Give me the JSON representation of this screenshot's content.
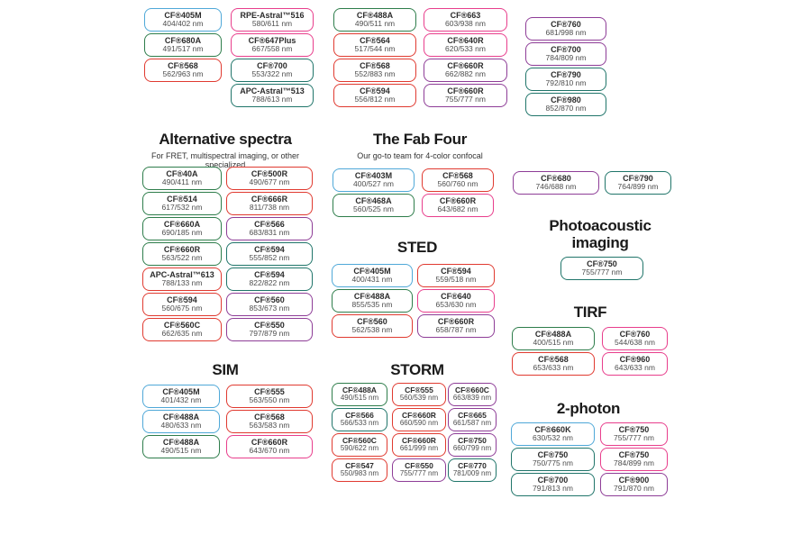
{
  "colors": {
    "blue": "#4FA8D8",
    "green": "#2E7D4B",
    "teal": "#20756A",
    "red": "#E03A30",
    "pink": "#E83E8C",
    "purple": "#8E3D97"
  },
  "groups": {
    "top_a": {
      "col1": [
        {
          "name": "CF®405M",
          "value": "404/402 nm",
          "color": "blue"
        },
        {
          "name": "CF®680A",
          "value": "491/517 nm",
          "color": "green"
        },
        {
          "name": "CF®568",
          "value": "562/963 nm",
          "color": "red"
        }
      ],
      "col2": [
        {
          "name": "RPE-Astral™516",
          "value": "580/611 nm",
          "color": "pink"
        },
        {
          "name": "CF®647Plus",
          "value": "667/558 nm",
          "color": "pink"
        },
        {
          "name": "CF®700",
          "value": "553/322 nm",
          "color": "teal"
        },
        {
          "name": "APC-Astral™513",
          "value": "788/613 nm",
          "color": "teal"
        }
      ]
    },
    "top_b": {
      "col1": [
        {
          "name": "CF®488A",
          "value": "490/511 nm",
          "color": "green"
        },
        {
          "name": "CF®564",
          "value": "517/544 nm",
          "color": "red"
        },
        {
          "name": "CF®568",
          "value": "552/883 nm",
          "color": "red"
        },
        {
          "name": "CF®594",
          "value": "556/812 nm",
          "color": "red"
        }
      ],
      "col2": [
        {
          "name": "CF®663",
          "value": "603/938 nm",
          "color": "pink"
        },
        {
          "name": "CF®640R",
          "value": "620/533 nm",
          "color": "pink"
        },
        {
          "name": "CF®660R",
          "value": "662/882 nm",
          "color": "purple"
        },
        {
          "name": "CF®660R",
          "value": "755/777 nm",
          "color": "purple"
        }
      ]
    },
    "top_c": {
      "col1": [
        {
          "name": "CF®760",
          "value": "681/998 nm",
          "color": "purple"
        },
        {
          "name": "CF®700",
          "value": "784/809 nm",
          "color": "purple"
        },
        {
          "name": "CF®790",
          "value": "792/810 nm",
          "color": "teal"
        },
        {
          "name": "CF®980",
          "value": "852/870 nm",
          "color": "teal"
        }
      ]
    },
    "alt": {
      "heading": "Alternative spectra",
      "subtitle": "For FRET, multispectral imaging, or other specialized",
      "col1": [
        {
          "name": "CF®40A",
          "value": "490/411 nm",
          "color": "green"
        },
        {
          "name": "CF®514",
          "value": "617/532 nm",
          "color": "green"
        },
        {
          "name": "CF®660A",
          "value": "690/185 nm",
          "color": "green"
        },
        {
          "name": "CF®660R",
          "value": "563/522 nm",
          "color": "green"
        },
        {
          "name": "APC-Astral™613",
          "value": "788/133 nm",
          "color": "red"
        },
        {
          "name": "CF®594",
          "value": "560/675 nm",
          "color": "red"
        },
        {
          "name": "CF®560C",
          "value": "662/635 nm",
          "color": "red"
        }
      ],
      "col2": [
        {
          "name": "CF®500R",
          "value": "490/677 nm",
          "color": "red"
        },
        {
          "name": "CF®666R",
          "value": "811/738 nm",
          "color": "red"
        },
        {
          "name": "CF®566",
          "value": "683/831 nm",
          "color": "purple"
        },
        {
          "name": "CF®594",
          "value": "555/852 nm",
          "color": "teal"
        },
        {
          "name": "CF®594",
          "value": "822/822 nm",
          "color": "teal"
        },
        {
          "name": "CF®560",
          "value": "853/673 nm",
          "color": "purple"
        },
        {
          "name": "CF®550",
          "value": "797/879 nm",
          "color": "purple"
        }
      ]
    },
    "fab": {
      "heading": "The Fab Four",
      "subtitle": "Our go-to team for 4-color confocal",
      "col1": [
        {
          "name": "CF®403M",
          "value": "400/527 nm",
          "color": "blue"
        },
        {
          "name": "CF®468A",
          "value": "560/525 nm",
          "color": "green"
        }
      ],
      "col2": [
        {
          "name": "CF®568",
          "value": "560/760 nm",
          "color": "red"
        },
        {
          "name": "CF®660R",
          "value": "643/682 nm",
          "color": "pink"
        }
      ]
    },
    "sted": {
      "heading": "STED",
      "col1": [
        {
          "name": "CF®405M",
          "value": "400/431 nm",
          "color": "blue"
        },
        {
          "name": "CF®488A",
          "value": "855/535 nm",
          "color": "green"
        },
        {
          "name": "CF®560",
          "value": "562/538 nm",
          "color": "red"
        }
      ],
      "col2": [
        {
          "name": "CF®594",
          "value": "559/518 nm",
          "color": "red"
        },
        {
          "name": "CF®640",
          "value": "653/630 nm",
          "color": "pink"
        },
        {
          "name": "CF®660R",
          "value": "658/787 nm",
          "color": "purple"
        }
      ]
    },
    "nir_pair": {
      "col1": [
        {
          "name": "CF®680",
          "value": "746/688 nm",
          "color": "purple"
        }
      ],
      "col2": [
        {
          "name": "CF®790",
          "value": "764/899 nm",
          "color": "teal"
        }
      ]
    },
    "photoacoustic": {
      "heading": "Photoacoustic imaging",
      "col1": [
        {
          "name": "CF®750",
          "value": "755/777 nm",
          "color": "teal"
        }
      ]
    },
    "tirf": {
      "heading": "TIRF",
      "col1": [
        {
          "name": "CF®488A",
          "value": "400/515 nm",
          "color": "green"
        },
        {
          "name": "CF®568",
          "value": "653/633 nm",
          "color": "red"
        }
      ],
      "col2": [
        {
          "name": "CF®760",
          "value": "544/638 nm",
          "color": "pink"
        },
        {
          "name": "CF®960",
          "value": "643/633 nm",
          "color": "pink"
        }
      ]
    },
    "sim": {
      "heading": "SIM",
      "col1": [
        {
          "name": "CF®405M",
          "value": "401/432 nm",
          "color": "blue"
        },
        {
          "name": "CF®488A",
          "value": "480/633 nm",
          "color": "blue"
        },
        {
          "name": "CF®488A",
          "value": "490/515 nm",
          "color": "green"
        }
      ],
      "col2": [
        {
          "name": "CF®555",
          "value": "563/550 nm",
          "color": "red"
        },
        {
          "name": "CF®568",
          "value": "563/583 nm",
          "color": "red"
        },
        {
          "name": "CF®660R",
          "value": "643/670 nm",
          "color": "pink"
        }
      ]
    },
    "storm": {
      "heading": "STORM",
      "col1": [
        {
          "name": "CF®488A",
          "value": "490/515 nm",
          "color": "green"
        },
        {
          "name": "CF®566",
          "value": "566/533 nm",
          "color": "teal"
        },
        {
          "name": "CF®560C",
          "value": "590/622 nm",
          "color": "red"
        },
        {
          "name": "CF®547",
          "value": "550/983 nm",
          "color": "red"
        }
      ],
      "col2": [
        {
          "name": "CF®555",
          "value": "560/539 nm",
          "color": "red"
        },
        {
          "name": "CF®660R",
          "value": "660/590 nm",
          "color": "red"
        },
        {
          "name": "CF®660R",
          "value": "661/999 nm",
          "color": "red"
        },
        {
          "name": "CF®550",
          "value": "755/777 nm",
          "color": "purple"
        }
      ],
      "col3": [
        {
          "name": "CF®660C",
          "value": "663/839 nm",
          "color": "purple"
        },
        {
          "name": "CF®665",
          "value": "661/587 nm",
          "color": "purple"
        },
        {
          "name": "CF®750",
          "value": "660/799 nm",
          "color": "purple"
        },
        {
          "name": "CF®770",
          "value": "781/009 nm",
          "color": "teal"
        }
      ]
    },
    "two_photon": {
      "heading": "2-photon",
      "col1": [
        {
          "name": "CF®660K",
          "value": "630/532 nm",
          "color": "blue"
        },
        {
          "name": "CF®750",
          "value": "750/775 nm",
          "color": "teal"
        },
        {
          "name": "CF®700",
          "value": "791/813 nm",
          "color": "teal"
        }
      ],
      "col2": [
        {
          "name": "CF®750",
          "value": "755/777 nm",
          "color": "pink"
        },
        {
          "name": "CF®750",
          "value": "784/899 nm",
          "color": "pink"
        },
        {
          "name": "CF®900",
          "value": "791/870 nm",
          "color": "purple"
        }
      ]
    }
  }
}
